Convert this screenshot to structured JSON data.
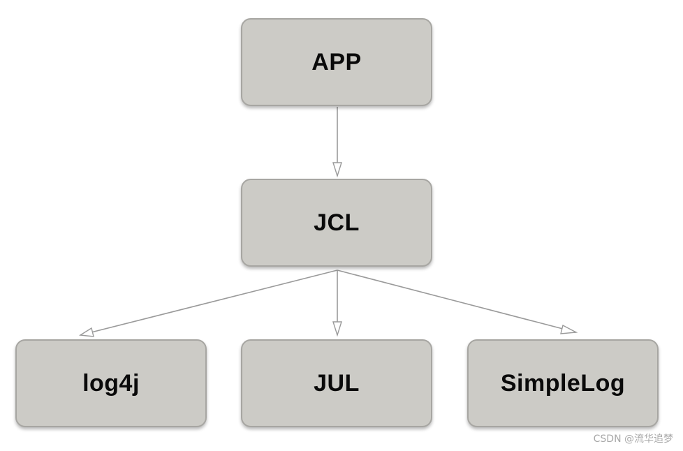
{
  "nodes": {
    "app": "APP",
    "jcl": "JCL",
    "log4j": "log4j",
    "jul": "JUL",
    "simplelog": "SimpleLog"
  },
  "edges": [
    {
      "from": "app",
      "to": "jcl"
    },
    {
      "from": "jcl",
      "to": "log4j"
    },
    {
      "from": "jcl",
      "to": "jul"
    },
    {
      "from": "jcl",
      "to": "simplelog"
    }
  ],
  "watermark": "CSDN @流华追梦",
  "colors": {
    "node_fill": "#cccbc6",
    "node_border": "#a7a6a2",
    "edge": "#9a9a9a",
    "text": "#0a0a0a"
  }
}
